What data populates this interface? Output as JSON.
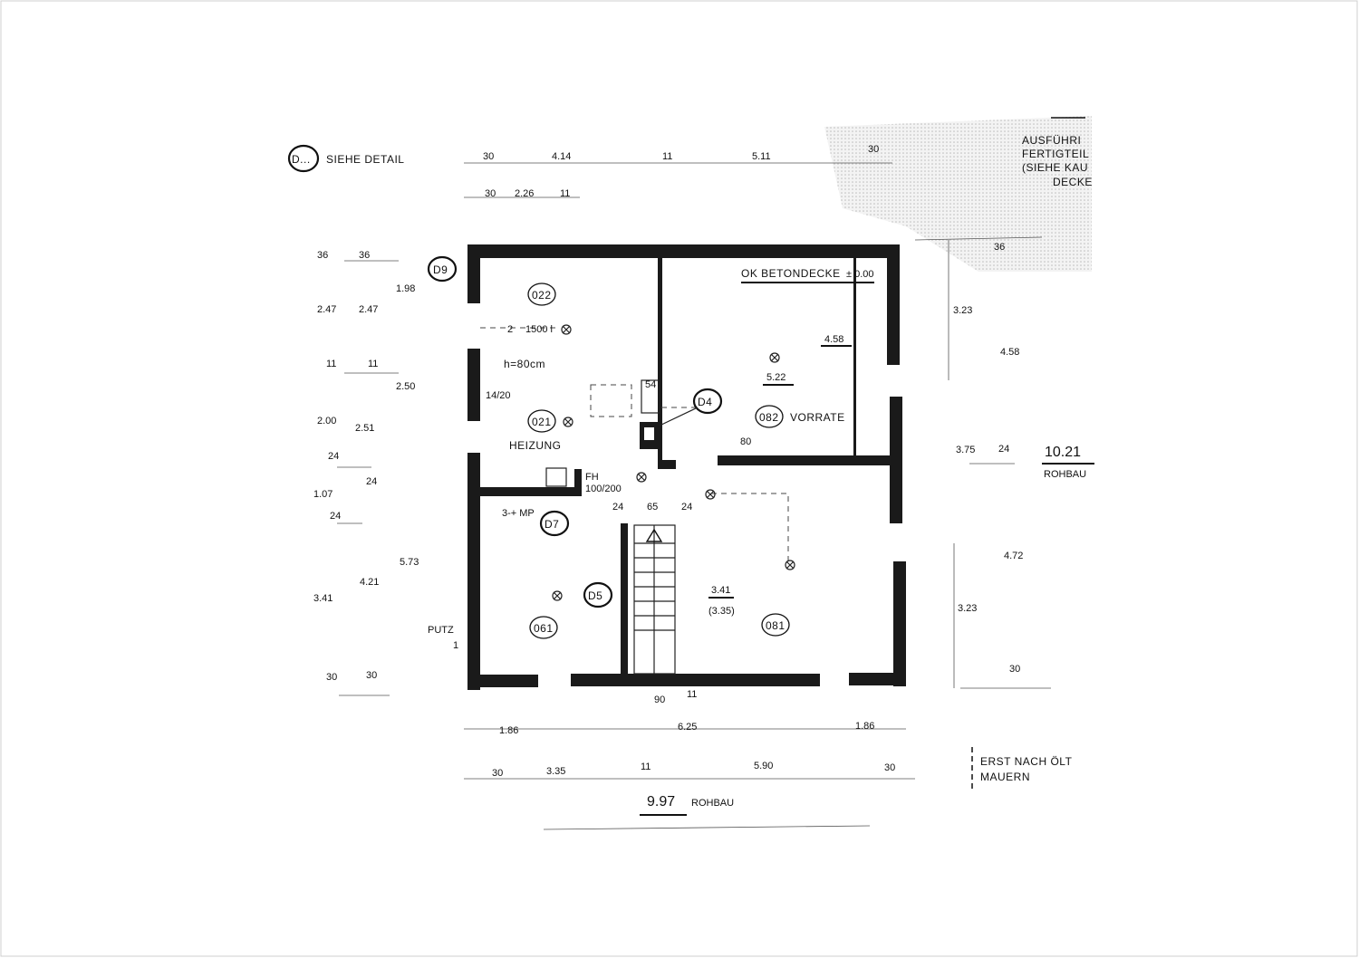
{
  "legend": {
    "detail_marker": "D...",
    "detail_text": "SIEHE DETAIL"
  },
  "note_top_right": [
    "AUSFÜHRI",
    "FERTIGTEIL",
    "(SIEHE KAU",
    "DECKE"
  ],
  "note_bottom_right": {
    "line1": "ERST NACH ÖLT",
    "line2": "MAUERN"
  },
  "rooms": {
    "r022": "022",
    "r021": "021",
    "r021_name": "HEIZUNG",
    "r082": "082",
    "r082_name": "VORRATE",
    "r061": "061",
    "r081": "081"
  },
  "details": {
    "d9": "D9",
    "d4": "D4",
    "d7": "D7",
    "d5": "D5"
  },
  "labels": {
    "ok_betondecke": "OK BETONDECKE",
    "ok_value": "± 0.00",
    "tank": "1500 l",
    "tank_count": "2",
    "height": "h=80cm",
    "window": "14/20",
    "fh": "FH",
    "fh_size": "100/200",
    "mp": "3-+ MP",
    "putz": "PUTZ",
    "putz_val": "1",
    "d80": "80",
    "d54": "54"
  },
  "totals": {
    "width": "9.97",
    "width_label": "ROHBAU",
    "depth": "10.21",
    "depth_label": "ROHBAU"
  },
  "dims_top_row1": [
    "30",
    "4.14",
    "11",
    "5.11",
    "30"
  ],
  "dims_top_row2": [
    "30",
    "2.26",
    "11"
  ],
  "dims_left": [
    "36",
    "36",
    "1.98",
    "2.47",
    "2.47",
    "11",
    "11",
    "2.50",
    "2.00",
    "2.51",
    "24",
    "24",
    "1.07",
    "24",
    "5.73",
    "4.21",
    "3.41",
    "30",
    "30"
  ],
  "dims_right": [
    "36",
    "3.23",
    "4.58",
    "3.75",
    "24",
    "4.72",
    "3.23",
    "30"
  ],
  "dims_bottom_row1": [
    "1.86",
    "90",
    "11",
    "6.25",
    "1.86"
  ],
  "dims_bottom_row2": [
    "30",
    "3.35",
    "11",
    "5.90",
    "30"
  ],
  "dims_interior": [
    "4.58",
    "5.22",
    "3.41",
    "(3.35)",
    "24",
    "65",
    "24"
  ]
}
